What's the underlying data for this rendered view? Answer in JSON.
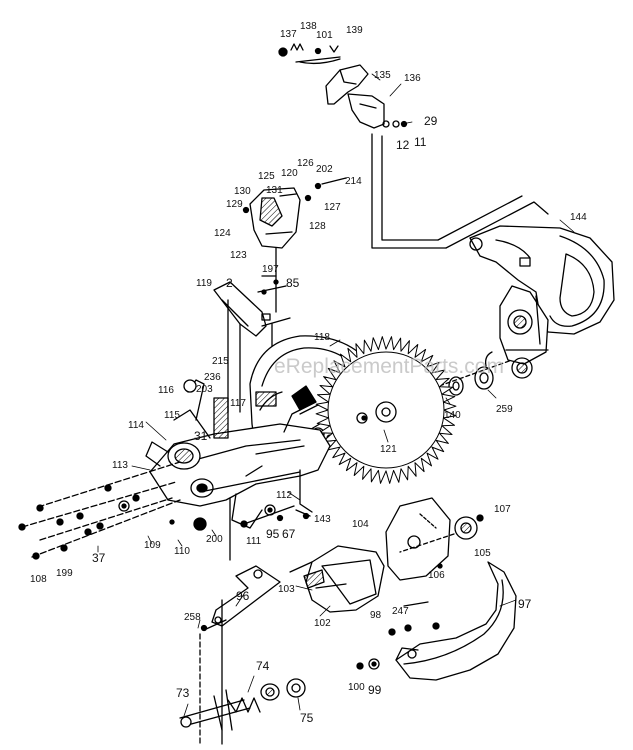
{
  "diagram": {
    "watermark": "eReplacementParts.com",
    "parts": [
      {
        "id": "137"
      },
      {
        "id": "138"
      },
      {
        "id": "101"
      },
      {
        "id": "139"
      },
      {
        "id": "135"
      },
      {
        "id": "136"
      },
      {
        "id": "29"
      },
      {
        "id": "12"
      },
      {
        "id": "11"
      },
      {
        "id": "144"
      },
      {
        "id": "125"
      },
      {
        "id": "120"
      },
      {
        "id": "126"
      },
      {
        "id": "202"
      },
      {
        "id": "214"
      },
      {
        "id": "130"
      },
      {
        "id": "131"
      },
      {
        "id": "129"
      },
      {
        "id": "127"
      },
      {
        "id": "128"
      },
      {
        "id": "124"
      },
      {
        "id": "123"
      },
      {
        "id": "197"
      },
      {
        "id": "2"
      },
      {
        "id": "85"
      },
      {
        "id": "119"
      },
      {
        "id": "118"
      },
      {
        "id": "215"
      },
      {
        "id": "236"
      },
      {
        "id": "203"
      },
      {
        "id": "116"
      },
      {
        "id": "117"
      },
      {
        "id": "115"
      },
      {
        "id": "114"
      },
      {
        "id": "31"
      },
      {
        "id": "121"
      },
      {
        "id": "140"
      },
      {
        "id": "259"
      },
      {
        "id": "113"
      },
      {
        "id": "112"
      },
      {
        "id": "143"
      },
      {
        "id": "104"
      },
      {
        "id": "107"
      },
      {
        "id": "105"
      },
      {
        "id": "106"
      },
      {
        "id": "109"
      },
      {
        "id": "110"
      },
      {
        "id": "200"
      },
      {
        "id": "111"
      },
      {
        "id": "95"
      },
      {
        "id": "67"
      },
      {
        "id": "37"
      },
      {
        "id": "108"
      },
      {
        "id": "199"
      },
      {
        "id": "103"
      },
      {
        "id": "97"
      },
      {
        "id": "96"
      },
      {
        "id": "98"
      },
      {
        "id": "247"
      },
      {
        "id": "102"
      },
      {
        "id": "258"
      },
      {
        "id": "100"
      },
      {
        "id": "99"
      },
      {
        "id": "74"
      },
      {
        "id": "73"
      },
      {
        "id": "75"
      }
    ]
  }
}
